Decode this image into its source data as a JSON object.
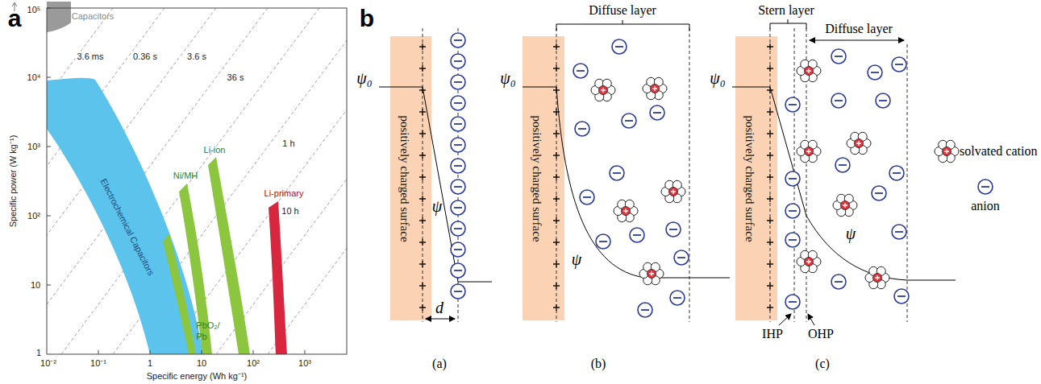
{
  "diagram": {
    "nodes": [
      {
        "text": [
          "positively charged surface"
        ]
      },
      {
        "text": [
          "positively charged surface"
        ]
      },
      {
        "text": [
          "positively charged surface"
        ]
      }
    ],
    "labels": [
      "a",
      "Capacitors",
      "3.6 ms",
      "0.36 s",
      "3.6 s",
      "36 s",
      "1 h",
      "10 h",
      "Electrochemical Capacitors",
      "Ni/MH",
      "Li-ion",
      "Li-primary",
      "PbO₂/",
      "Pb",
      "10⁵",
      "10⁴",
      "10³",
      "10²",
      "10",
      "1",
      "10⁻²",
      "10⁻¹",
      "1",
      "10",
      "10²",
      "10³",
      "Specific power (W kg⁻¹)",
      "Specific energy (Wh kg⁻¹)",
      "b",
      "ψ₀",
      "ψ",
      "d",
      "(a)",
      "ψ₀",
      "Diffuse layer",
      "ψ",
      "(b)",
      "ψ₀",
      "Stern layer",
      "Diffuse layer",
      "IHP",
      "OHP",
      "ψ",
      "(c)"
    ],
    "legend": [
      {
        "text": "solvated cation"
      },
      {
        "text": "anion"
      }
    ]
  }
}
